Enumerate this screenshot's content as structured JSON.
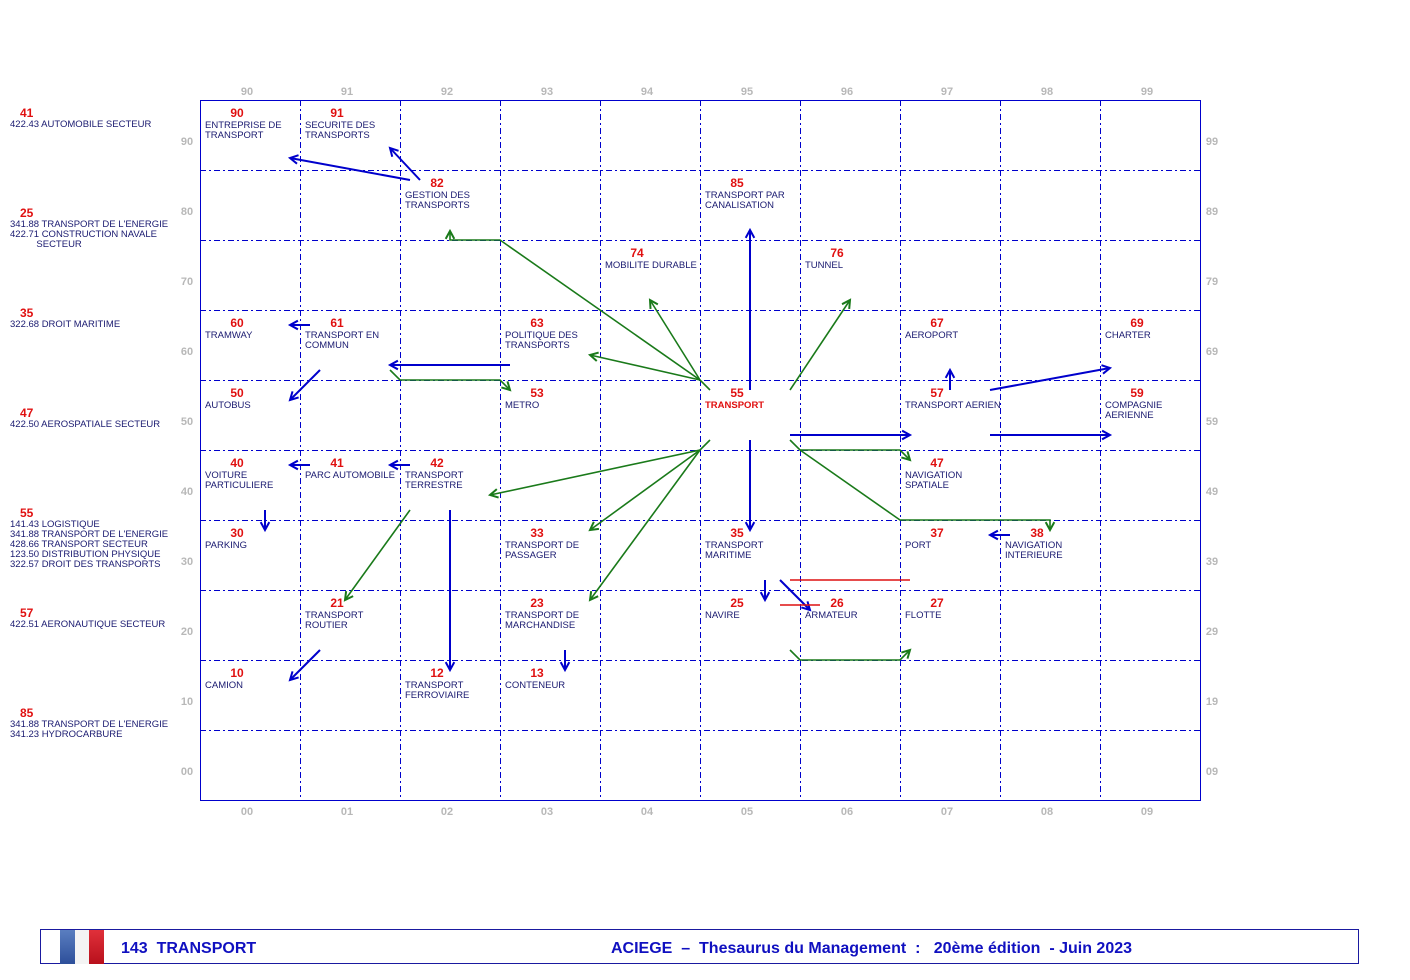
{
  "left_refs": [
    {
      "num": "41",
      "lines": [
        "422.43 AUTOMOBILE SECTEUR"
      ]
    },
    {
      "num": "25",
      "lines": [
        "341.88 TRANSPORT DE L'ENERGIE",
        "422.71 CONSTRUCTION NAVALE",
        "          SECTEUR"
      ]
    },
    {
      "num": "35",
      "lines": [
        "322.68 DROIT MARITIME"
      ]
    },
    {
      "num": "47",
      "lines": [
        "422.50 AEROSPATIALE SECTEUR"
      ]
    },
    {
      "num": "55",
      "lines": [
        "141.43 LOGISTIQUE",
        "341.88 TRANSPORT DE L'ENERGIE",
        "428.66 TRANSPORT SECTEUR",
        "123.50 DISTRIBUTION PHYSIQUE",
        "322.57 DROIT DES TRANSPORTS"
      ]
    },
    {
      "num": "57",
      "lines": [
        "422.51 AERONAUTIQUE SECTEUR"
      ]
    },
    {
      "num": "85",
      "lines": [
        "341.88 TRANSPORT DE L'ENERGIE",
        "341.23 HYDROCARBURE"
      ]
    }
  ],
  "axes": {
    "top": [
      "90",
      "91",
      "92",
      "93",
      "94",
      "95",
      "96",
      "97",
      "98",
      "99"
    ],
    "bottom": [
      "00",
      "01",
      "02",
      "03",
      "04",
      "05",
      "06",
      "07",
      "08",
      "09"
    ],
    "left": [
      "90",
      "80",
      "70",
      "60",
      "50",
      "40",
      "30",
      "20",
      "10",
      "00"
    ],
    "right": [
      "99",
      "89",
      "79",
      "69",
      "59",
      "49",
      "39",
      "29",
      "19",
      "09"
    ]
  },
  "cells": [
    {
      "code": "90",
      "label": "ENTREPRISE DE\nTRANSPORT"
    },
    {
      "code": "91",
      "label": "SECURITE DES\nTRANSPORTS"
    },
    {
      "code": "82",
      "label": "GESTION DES\nTRANSPORTS"
    },
    {
      "code": "85",
      "label": "TRANSPORT PAR\nCANALISATION"
    },
    {
      "code": "74",
      "label": "MOBILITE DURABLE"
    },
    {
      "code": "76",
      "label": "TUNNEL"
    },
    {
      "code": "60",
      "label": "TRAMWAY"
    },
    {
      "code": "61",
      "label": "TRANSPORT EN\nCOMMUN"
    },
    {
      "code": "63",
      "label": "POLITIQUE DES\nTRANSPORTS"
    },
    {
      "code": "67",
      "label": "AEROPORT"
    },
    {
      "code": "69",
      "label": "CHARTER"
    },
    {
      "code": "50",
      "label": "AUTOBUS"
    },
    {
      "code": "53",
      "label": "METRO"
    },
    {
      "code": "55",
      "label": "TRANSPORT",
      "center": true
    },
    {
      "code": "57",
      "label": "TRANSPORT AERIEN"
    },
    {
      "code": "59",
      "label": "COMPAGNIE\nAERIENNE"
    },
    {
      "code": "40",
      "label": "VOITURE\nPARTICULIERE"
    },
    {
      "code": "41",
      "label": "PARC AUTOMOBILE"
    },
    {
      "code": "42",
      "label": "TRANSPORT\nTERRESTRE"
    },
    {
      "code": "47",
      "label": "NAVIGATION\nSPATIALE"
    },
    {
      "code": "30",
      "label": "PARKING"
    },
    {
      "code": "33",
      "label": "TRANSPORT DE\nPASSAGER"
    },
    {
      "code": "35",
      "label": "TRANSPORT\nMARITIME"
    },
    {
      "code": "37",
      "label": "PORT"
    },
    {
      "code": "38",
      "label": "NAVIGATION\nINTERIEURE"
    },
    {
      "code": "21",
      "label": "TRANSPORT\nROUTIER"
    },
    {
      "code": "23",
      "label": "TRANSPORT DE\nMARCHANDISE"
    },
    {
      "code": "25",
      "label": "NAVIRE"
    },
    {
      "code": "26",
      "label": "ARMATEUR"
    },
    {
      "code": "27",
      "label": "FLOTTE"
    },
    {
      "code": "10",
      "label": "CAMION"
    },
    {
      "code": "12",
      "label": "TRANSPORT\nFERROVIAIRE"
    },
    {
      "code": "13",
      "label": "CONTENEUR"
    }
  ],
  "colors": {
    "grid": "#0000cc",
    "blue_arrow": "#0000cc",
    "green_arrow": "#1a7a1a",
    "red_line": "#dd1010"
  },
  "footer": {
    "left": "143  TRANSPORT",
    "right": "ACIEGE  –  Thesaurus du Management  :   20ème édition  - Juin 2023",
    "flag_icon": "french-flag-icon"
  }
}
